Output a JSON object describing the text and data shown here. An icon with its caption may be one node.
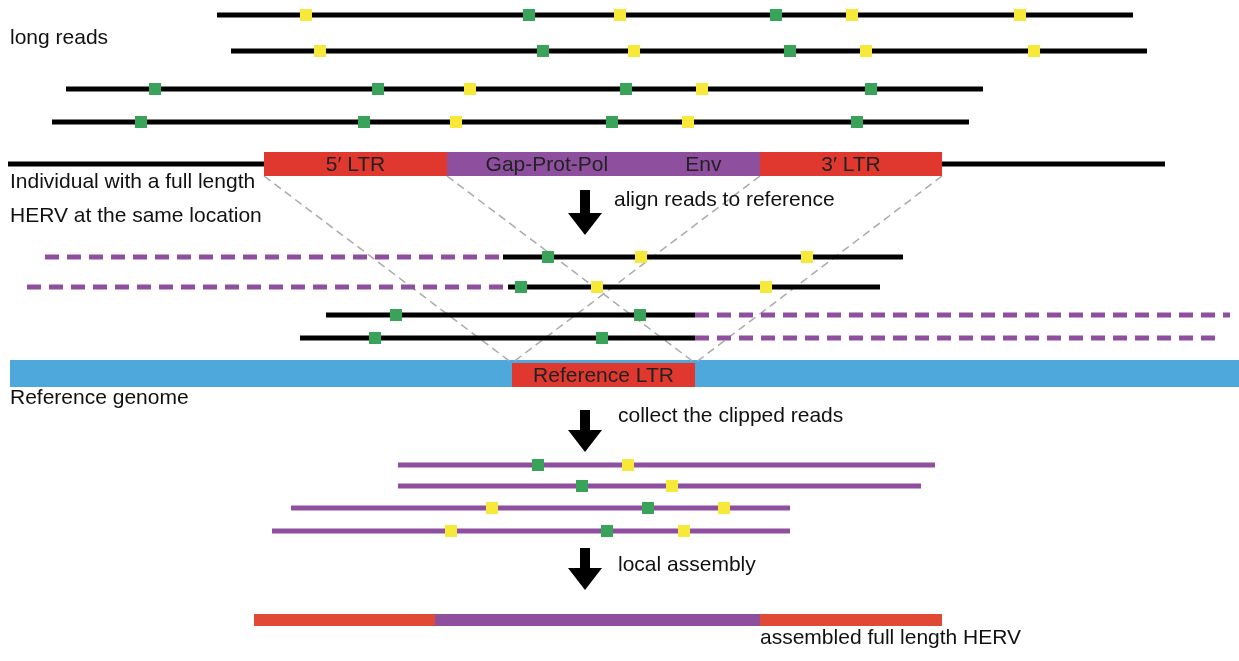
{
  "diagram": {
    "nodes": [
      {
        "text": [
          "5′ LTR"
        ]
      },
      {
        "text": [
          "Gap-Prot-Pol",
          "Env"
        ]
      },
      {
        "text": [
          "3′ LTR"
        ]
      },
      {
        "text": [
          "Reference LTR"
        ]
      }
    ],
    "edges": [
      {
        "from": 0,
        "to": 3,
        "arrow": "none",
        "style": "dashed"
      },
      {
        "from": 0,
        "to": 3,
        "arrow": "none",
        "style": "dashed"
      },
      {
        "from": 2,
        "to": 3,
        "arrow": "none",
        "style": "dashed"
      },
      {
        "from": 2,
        "to": 3,
        "arrow": "none",
        "style": "dashed"
      }
    ],
    "labels": [
      "long reads",
      "Individual with a full length HERV at the same location",
      "align reads to reference",
      "Reference genome",
      "collect the clipped reads",
      "local assembly",
      "assembled full length HERV"
    ]
  }
}
